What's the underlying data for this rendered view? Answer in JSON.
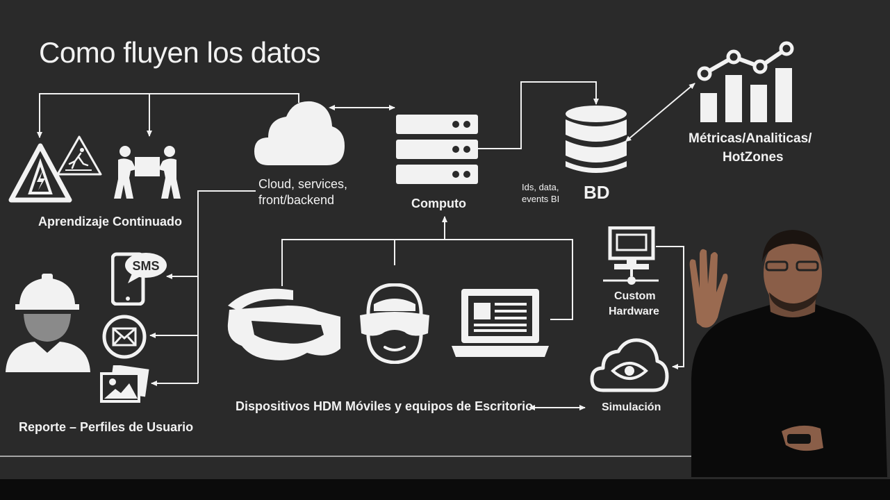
{
  "slide": {
    "title": "Como fluyen los datos"
  },
  "labels": {
    "aprendizaje": "Aprendizaje Continuado",
    "cloud_line1": "Cloud, services,",
    "cloud_line2": "front/backend",
    "computo": "Computo",
    "ids_line1": "Ids, data,",
    "ids_line2": "events BI",
    "bd": "BD",
    "metricas_line1": "Métricas/Analiticas/",
    "metricas_line2": "HotZones",
    "custom_line1": "Custom",
    "custom_line2": "Hardware",
    "simulacion": "Simulación",
    "dispositivos": "Dispositivos  HDM Móviles y equipos de Escritorio",
    "reporte": "Reporte – Perfiles de Usuario",
    "sms": "SMS"
  },
  "icons": [
    "electric-hazard-icon",
    "slippery-floor-icon",
    "workers-carrying-box-icon",
    "cloud-icon",
    "server-stack-icon",
    "database-icon",
    "analytics-chart-icon",
    "sms-phone-icon",
    "email-icon",
    "photos-icon",
    "worker-helmet-icon",
    "vr-headset-icon",
    "person-ar-glasses-icon",
    "laptop-icon",
    "custom-hardware-icon",
    "cloud-eye-icon"
  ],
  "colors": {
    "background": "#2a2a2a",
    "foreground": "#f2f2f2"
  }
}
